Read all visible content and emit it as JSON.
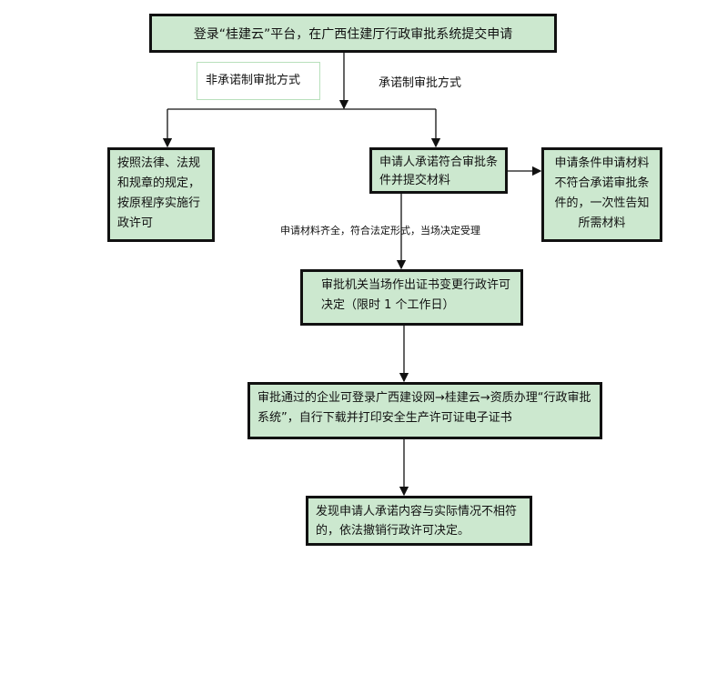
{
  "nodes": {
    "start": "登录“桂建云”平台，在广西住建厅行政审批系统提交申请",
    "non_commit": "按照法律、法规和规章的规定，按原程序实施行政许可",
    "commit": "申请人承诺符合审批条件并提交材料",
    "not_meet": "申请条件申请材料不符合承诺审批条件的，一次性告知所需材料",
    "decision": "审批机关当场作出证书变更行政许可决定（限时 1 个工作日）",
    "download": "审批通过的企业可登录广西建设网→桂建云→资质办理“行政审批系统”，自行下载并打印安全生产许可证电子证书",
    "revoke": "发现申请人承诺内容与实际情况不相符的，依法撤销行政许可决定。"
  },
  "labels": {
    "non_commit_mode": "非承诺制审批方式",
    "commit_mode": "承诺制审批方式",
    "accept": "申请材料齐全，符合法定形式，当场决定受理"
  },
  "colors": {
    "node_fill": "#cce8cf",
    "border": "#111111"
  }
}
